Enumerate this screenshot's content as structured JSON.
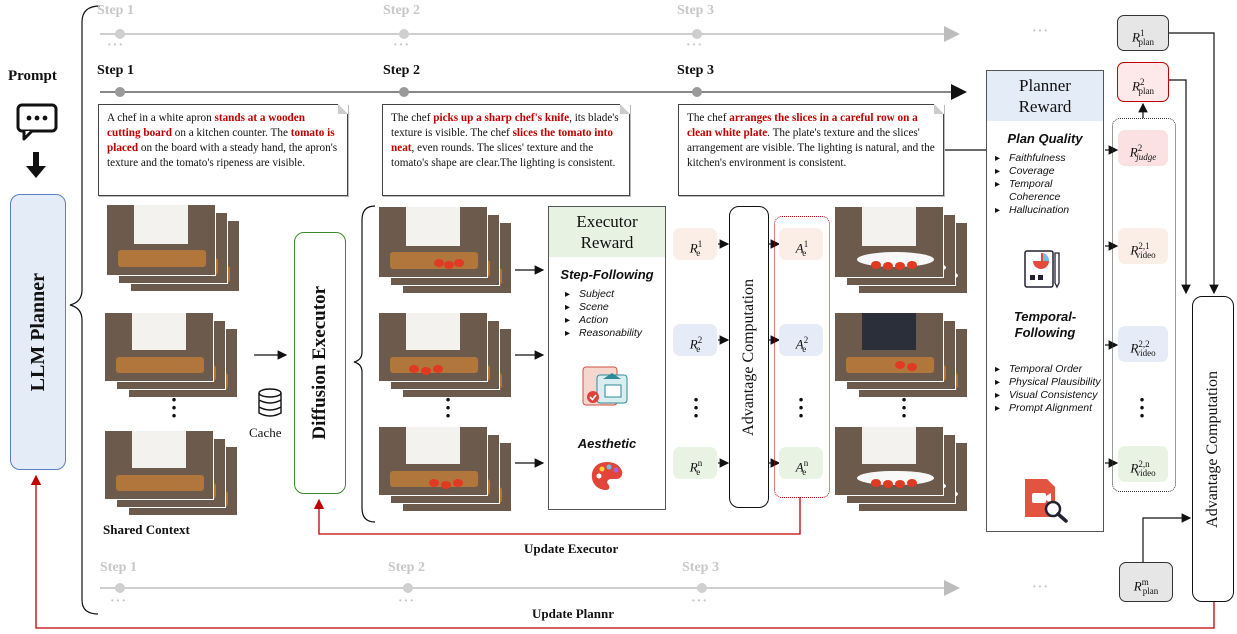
{
  "prompt_label": "Prompt",
  "llm_planner": "LLM Planner",
  "top_faded_steps": [
    "Step 1",
    "Step 2",
    "Step 3"
  ],
  "main_steps": [
    "Step 1",
    "Step 2",
    "Step 3"
  ],
  "bottom_faded_steps": [
    "Step 1",
    "Step 2",
    "Step 3"
  ],
  "ellipsis": "···",
  "step_notes": [
    {
      "pre": "A chef in a white apron ",
      "hl1": "stands at a wooden cutting board",
      "mid": " on a kitchen counter. The ",
      "hl2": "tomato is placed",
      "post": " on the board with a steady hand, the apron's texture and the tomato's ripeness are visible."
    },
    {
      "pre": "The chef ",
      "hl1": "picks up a sharp chef's knife",
      "mid": ", its blade's texture is visible. The chef ",
      "hl2": "slices the tomato into neat",
      "post": ", even rounds. The slices' texture and the tomato's shape are clear.The lighting is consistent."
    },
    {
      "pre": "The chef ",
      "hl1": "arranges the slices in a careful row on a clean white plate",
      "mid": ". The plate's texture and the slices' arrangement are visible. The lighting is natural, and the kitchen's environment is consistent.",
      "hl2": "",
      "post": ""
    }
  ],
  "shared_context": "Shared Context",
  "cache_label": "Cache",
  "diffusion_executor": "Diffusion Executor",
  "executor_reward": {
    "title": "Executor Reward",
    "step_following": "Step-Following",
    "items": [
      "Subject",
      "Scene",
      "Action",
      "Reasonability"
    ],
    "aesthetic": "Aesthetic"
  },
  "executor_rewards": [
    {
      "base": "R",
      "sup": "1",
      "sub": "e"
    },
    {
      "base": "R",
      "sup": "2",
      "sub": "e"
    },
    {
      "base": "R",
      "sup": "n",
      "sub": "e"
    }
  ],
  "advantage_computation": "Advantage Computation",
  "advantages": [
    {
      "base": "A",
      "sup": "1",
      "sub": "e"
    },
    {
      "base": "A",
      "sup": "2",
      "sub": "e"
    },
    {
      "base": "A",
      "sup": "n",
      "sub": "e"
    }
  ],
  "planner_reward": {
    "title": "Planner Reward",
    "plan_quality": "Plan Quality",
    "plan_items": [
      "Faithfulness",
      "Coverage",
      "Temporal Coherence",
      "Hallucination"
    ],
    "temporal_following": "Temporal-Following",
    "temporal_items": [
      "Temporal Order",
      "Physical Plausibility",
      "Visual Consistency",
      "Prompt Alignment"
    ]
  },
  "planner_rewards": [
    {
      "base": "R",
      "sup": "1",
      "sub": "plan"
    },
    {
      "base": "R",
      "sup": "2",
      "sub": "plan"
    },
    {
      "base": "R",
      "sup": "m",
      "sub": "plan"
    }
  ],
  "judge_reward": {
    "base": "R",
    "sup": "2",
    "sub": "judge"
  },
  "video_rewards": [
    {
      "base": "R",
      "sup": "2,1",
      "sub": "video"
    },
    {
      "base": "R",
      "sup": "2,2",
      "sub": "video"
    },
    {
      "base": "R",
      "sup": "2,n",
      "sub": "video"
    }
  ],
  "update_executor": "Update Executor",
  "update_planner": "Update Plannr",
  "colors": {
    "red": "#c00000",
    "faded": "#c8c8c8",
    "blue_fill": "#e4ecf7",
    "green_border": "#3b8a2e"
  }
}
